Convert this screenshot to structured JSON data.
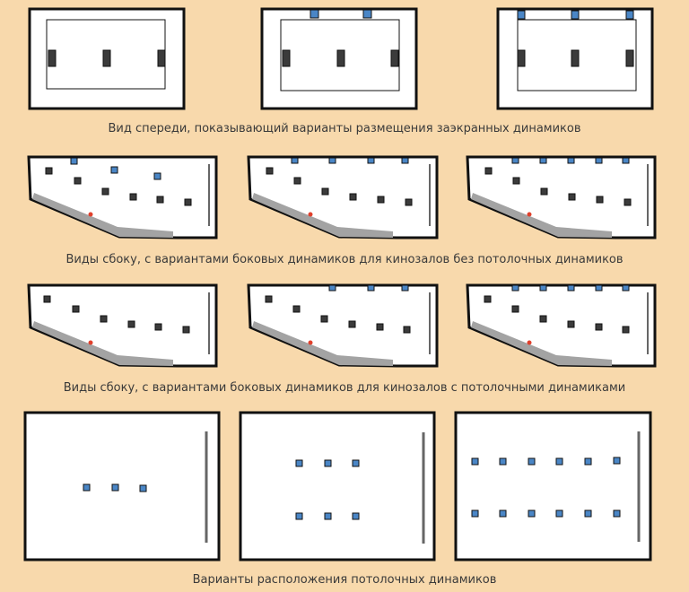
{
  "captions": {
    "front": "Вид спереди, показывающий варианты размещения заэкранных динамиков",
    "side_no_ceiling": "Виды сбоку, с вариантами боковых динамиков для кинозалов без потолочных динамиков",
    "side_with_ceiling": "Виды сбоку, с вариантами боковых динамиков для кинозалов с потолочными динамиками",
    "ceiling": "Варианты расположения потолочных динамиков"
  },
  "colors": {
    "background": "#f8d9ac",
    "panel": "#ffffff",
    "border": "#111111",
    "speaker_dark": "#3b3b3b",
    "speaker_blue": "#4a86c6",
    "floor": "#a3a3a3",
    "screen_line": "#666666",
    "projector_dot": "#e0402c"
  }
}
